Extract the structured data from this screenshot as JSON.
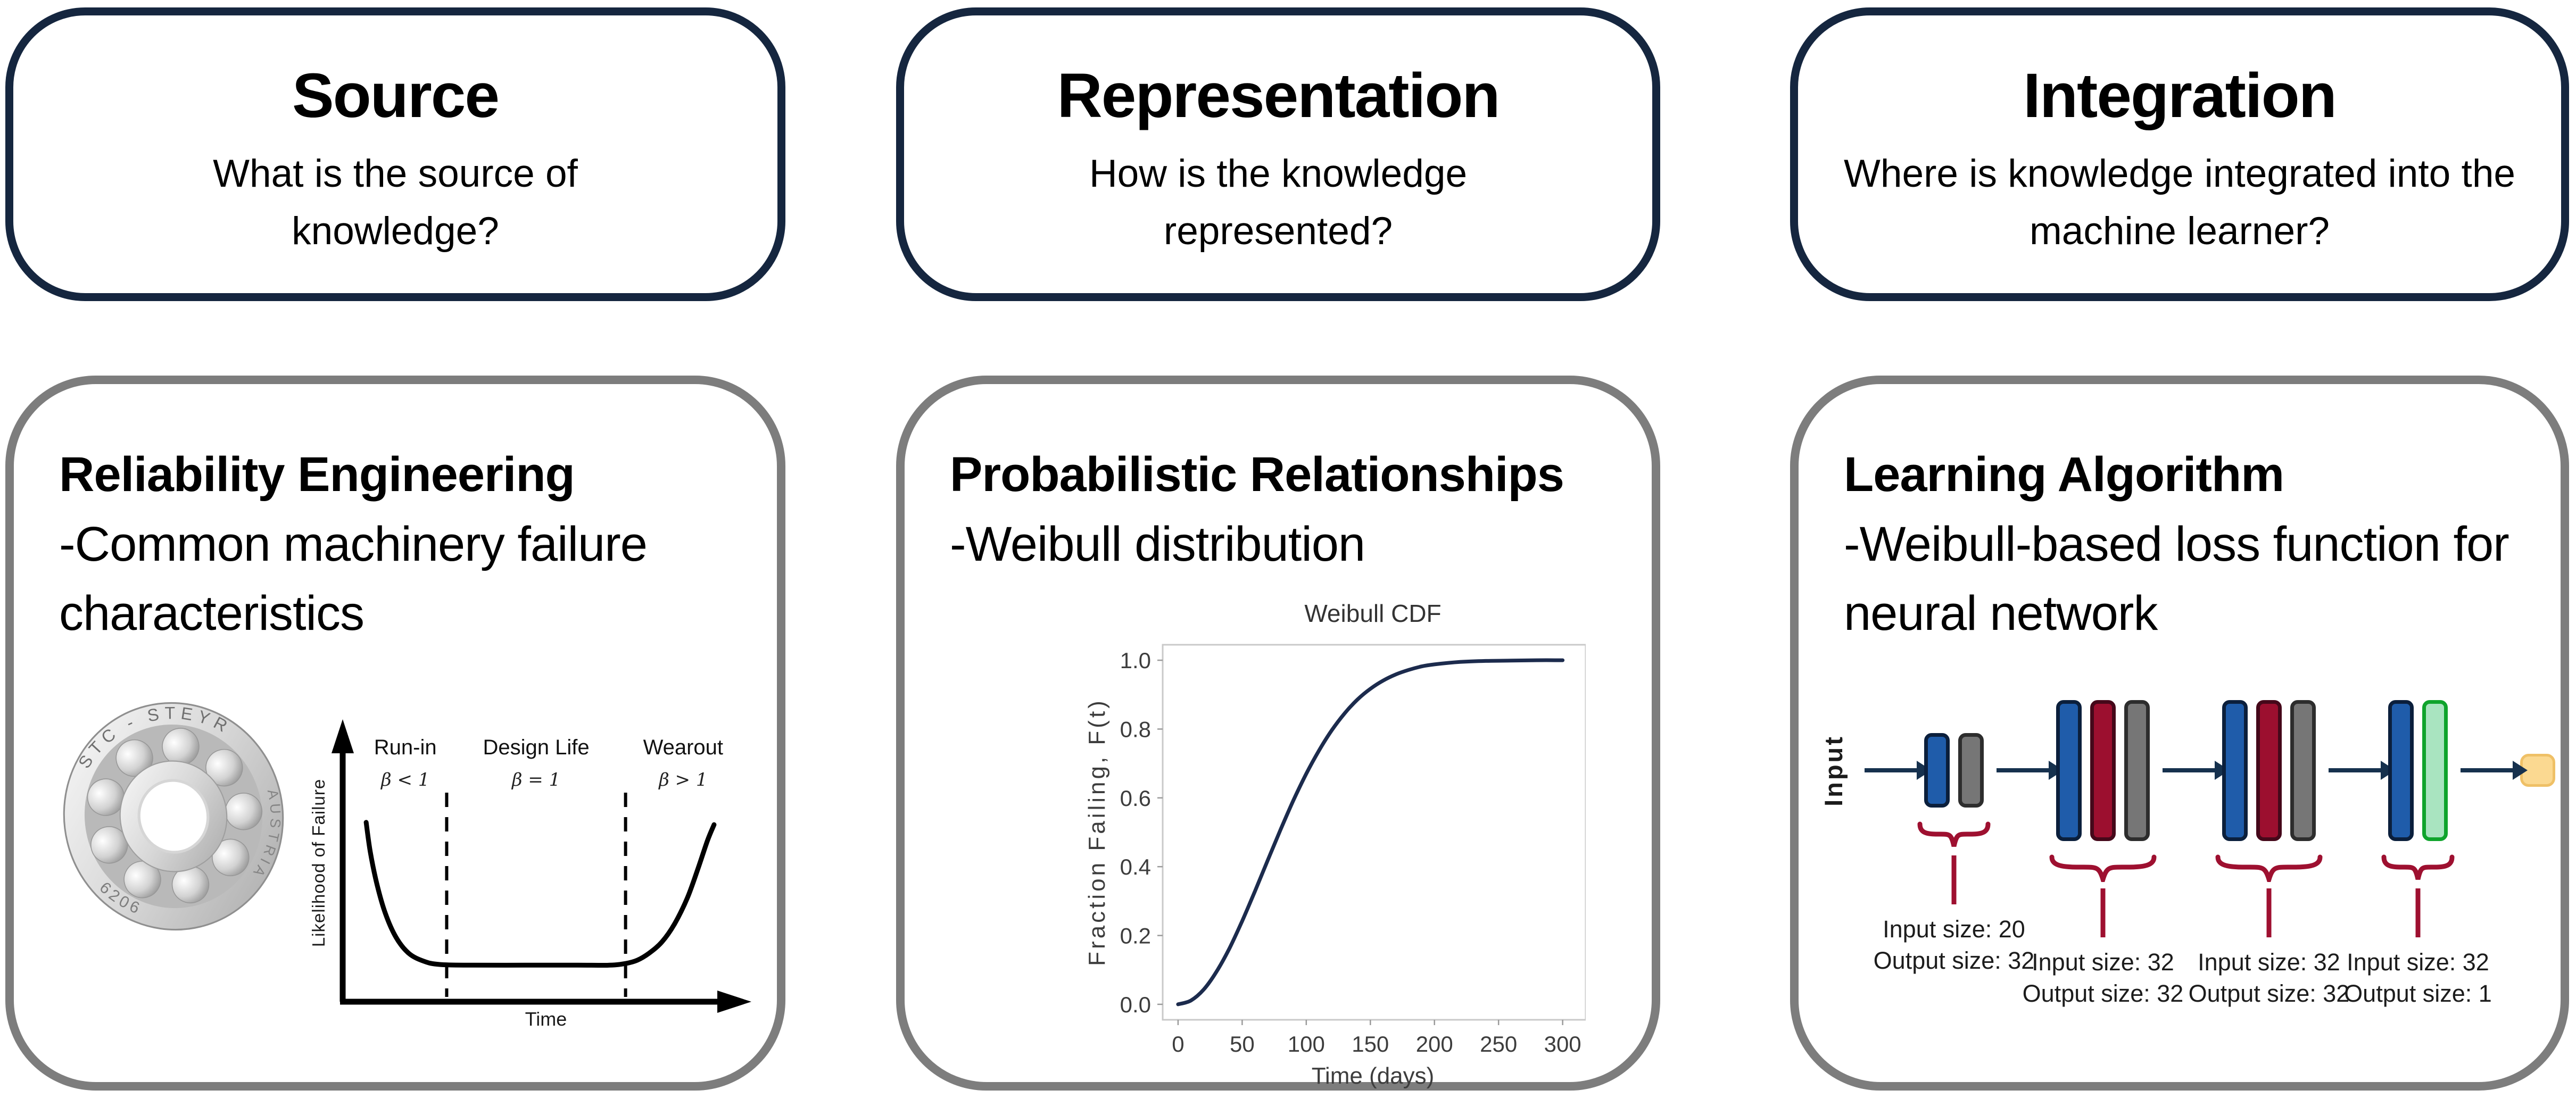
{
  "colors": {
    "header_border": "#15263f",
    "card_border": "#7d7d7d",
    "text": "#000000"
  },
  "headers": [
    {
      "title": "Source",
      "subtitle": "What is the source of knowledge?"
    },
    {
      "title": "Representation",
      "subtitle": "How is the knowledge represented?"
    },
    {
      "title": "Integration",
      "subtitle": "Where is knowledge integrated into the machine learner?"
    }
  ],
  "cards": {
    "reliability": {
      "title": "Reliability Engineering",
      "body": "-Common machinery failure characteristics"
    },
    "probabilistic": {
      "title": "Probabilistic Relationships",
      "body": "-Weibull distribution"
    },
    "learning": {
      "title": "Learning Algorithm",
      "body": "-Weibull-based loss function for neural network"
    }
  },
  "bearing": {
    "brand": "STC - STEYR",
    "country": "AUSTRIA",
    "model": "6206"
  },
  "chart_data": [
    {
      "id": "bathtub_curve",
      "type": "line",
      "title": "",
      "xlabel": "Time",
      "ylabel": "Likelihood of Failure",
      "grid": false,
      "regions": [
        {
          "label": "Run-in",
          "beta": "β < 1"
        },
        {
          "label": "Design Life",
          "beta": "β = 1"
        },
        {
          "label": "Wearout",
          "beta": "β > 1"
        }
      ],
      "dividers_frac": [
        0.288,
        0.67
      ],
      "curve_frac": [
        [
          0.116,
          0.361
        ],
        [
          0.125,
          0.452
        ],
        [
          0.139,
          0.548
        ],
        [
          0.157,
          0.637
        ],
        [
          0.18,
          0.71
        ],
        [
          0.207,
          0.758
        ],
        [
          0.239,
          0.782
        ],
        [
          0.273,
          0.792
        ],
        [
          0.341,
          0.794
        ],
        [
          0.455,
          0.794
        ],
        [
          0.568,
          0.794
        ],
        [
          0.636,
          0.794
        ],
        [
          0.67,
          0.789
        ],
        [
          0.695,
          0.779
        ],
        [
          0.72,
          0.758
        ],
        [
          0.748,
          0.723
        ],
        [
          0.775,
          0.668
        ],
        [
          0.802,
          0.59
        ],
        [
          0.825,
          0.5
        ],
        [
          0.845,
          0.416
        ],
        [
          0.859,
          0.368
        ]
      ]
    },
    {
      "id": "weibull_cdf",
      "type": "line",
      "title": "Weibull CDF",
      "xlabel": "Time (days)",
      "ylabel": "Fraction Failing, F(t)",
      "grid": false,
      "legend": false,
      "line_color": "#1c2b4d",
      "x": [
        0,
        10,
        20,
        30,
        40,
        50,
        60,
        70,
        80,
        90,
        100,
        110,
        120,
        130,
        140,
        150,
        160,
        170,
        180,
        190,
        200,
        220,
        240,
        260,
        280,
        300
      ],
      "y": [
        0.0,
        0.011,
        0.043,
        0.095,
        0.162,
        0.242,
        0.329,
        0.419,
        0.508,
        0.593,
        0.67,
        0.738,
        0.797,
        0.846,
        0.886,
        0.917,
        0.941,
        0.959,
        0.972,
        0.982,
        0.988,
        0.995,
        0.998,
        0.999,
        1.0,
        1.0
      ],
      "xticks": [
        0,
        50,
        100,
        150,
        200,
        250,
        300
      ],
      "yticks": [
        0.0,
        0.2,
        0.4,
        0.6,
        0.8,
        1.0
      ],
      "xlim": [
        -12,
        318
      ],
      "ylim": [
        -0.045,
        1.045
      ]
    }
  ],
  "nn": {
    "input_label": "Input",
    "groups": [
      {
        "bars": [
          "blue",
          "gray"
        ],
        "size": "short",
        "label_lines": [
          "Input size: 20",
          "Output size: 32"
        ]
      },
      {
        "bars": [
          "blue",
          "maroon",
          "gray"
        ],
        "size": "tall",
        "label_lines": [
          "Input size: 32",
          "Output size: 32"
        ]
      },
      {
        "bars": [
          "blue",
          "maroon",
          "gray"
        ],
        "size": "tall",
        "label_lines": [
          "Input size: 32",
          "Output size: 32"
        ]
      },
      {
        "bars": [
          "blue",
          "green"
        ],
        "size": "tall",
        "label_lines": [
          "Input size: 32",
          "Output size: 1"
        ]
      }
    ],
    "colors": {
      "blue": "#1f5caa",
      "blue_border": "#0b1f3c",
      "maroon": "#9c0f2f",
      "maroon_border": "#45081a",
      "gray": "#767676",
      "gray_border": "#2d2d2d",
      "green": "#a9e4c0",
      "green_border": "#0fa42c",
      "output_fill": "#fbd991",
      "output_border": "#efc066",
      "brace": "#9e1030",
      "arrow": "#16314e"
    }
  }
}
